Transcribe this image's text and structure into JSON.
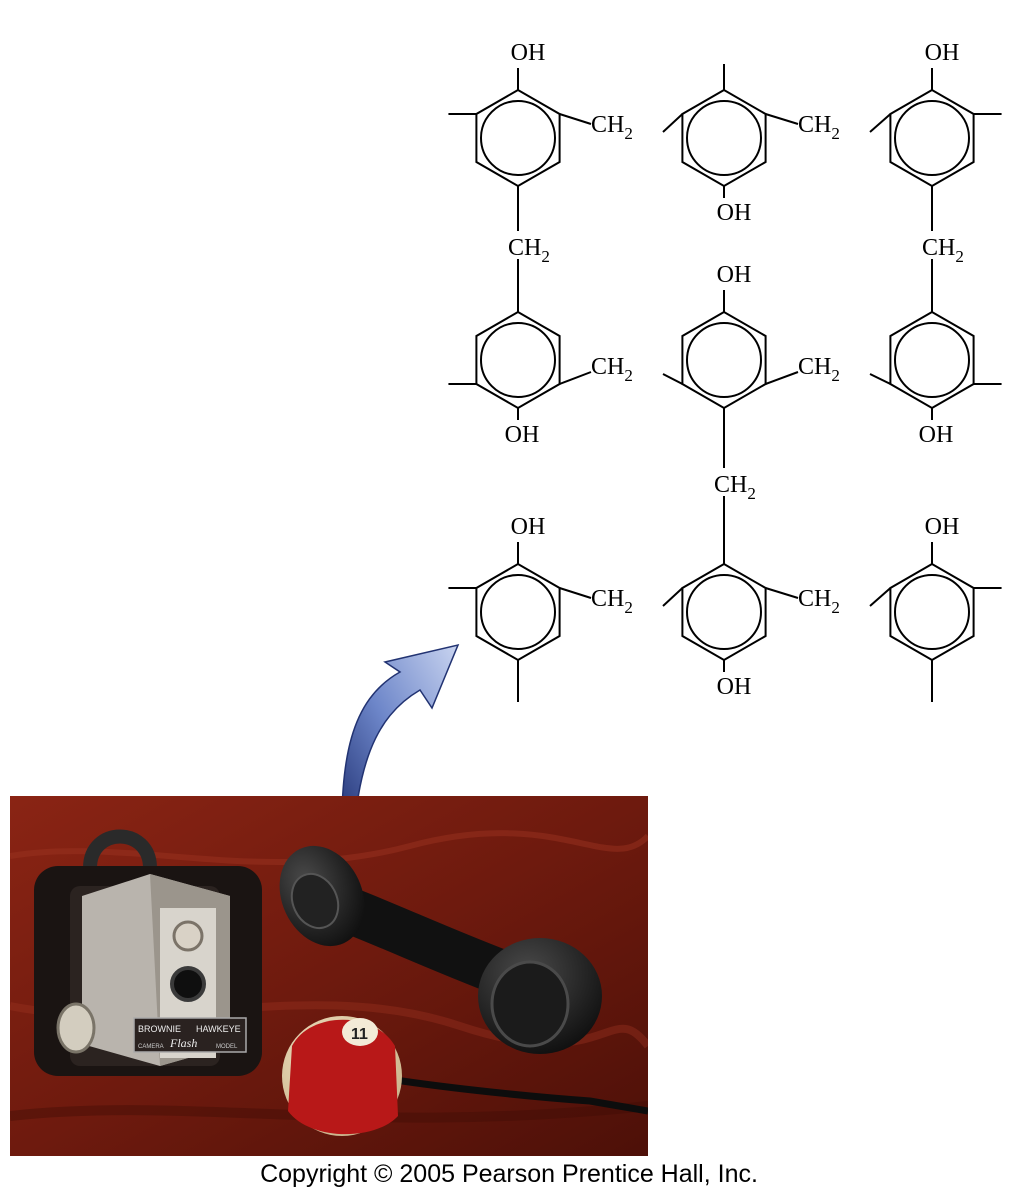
{
  "diagram": {
    "hydroxyl_label": "OH",
    "methylene_label": "CH",
    "methylene_subscript": "2"
  },
  "photo": {
    "camera_brand_left": "BROWNIE",
    "camera_brand_right": "HAWKEYE",
    "camera_script": "Flash",
    "camera_sub_left": "CAMERA",
    "camera_sub_right": "MODEL",
    "ball_number": "11"
  },
  "footer": {
    "copyright": "Copyright © 2005 Pearson Prentice Hall, Inc."
  }
}
